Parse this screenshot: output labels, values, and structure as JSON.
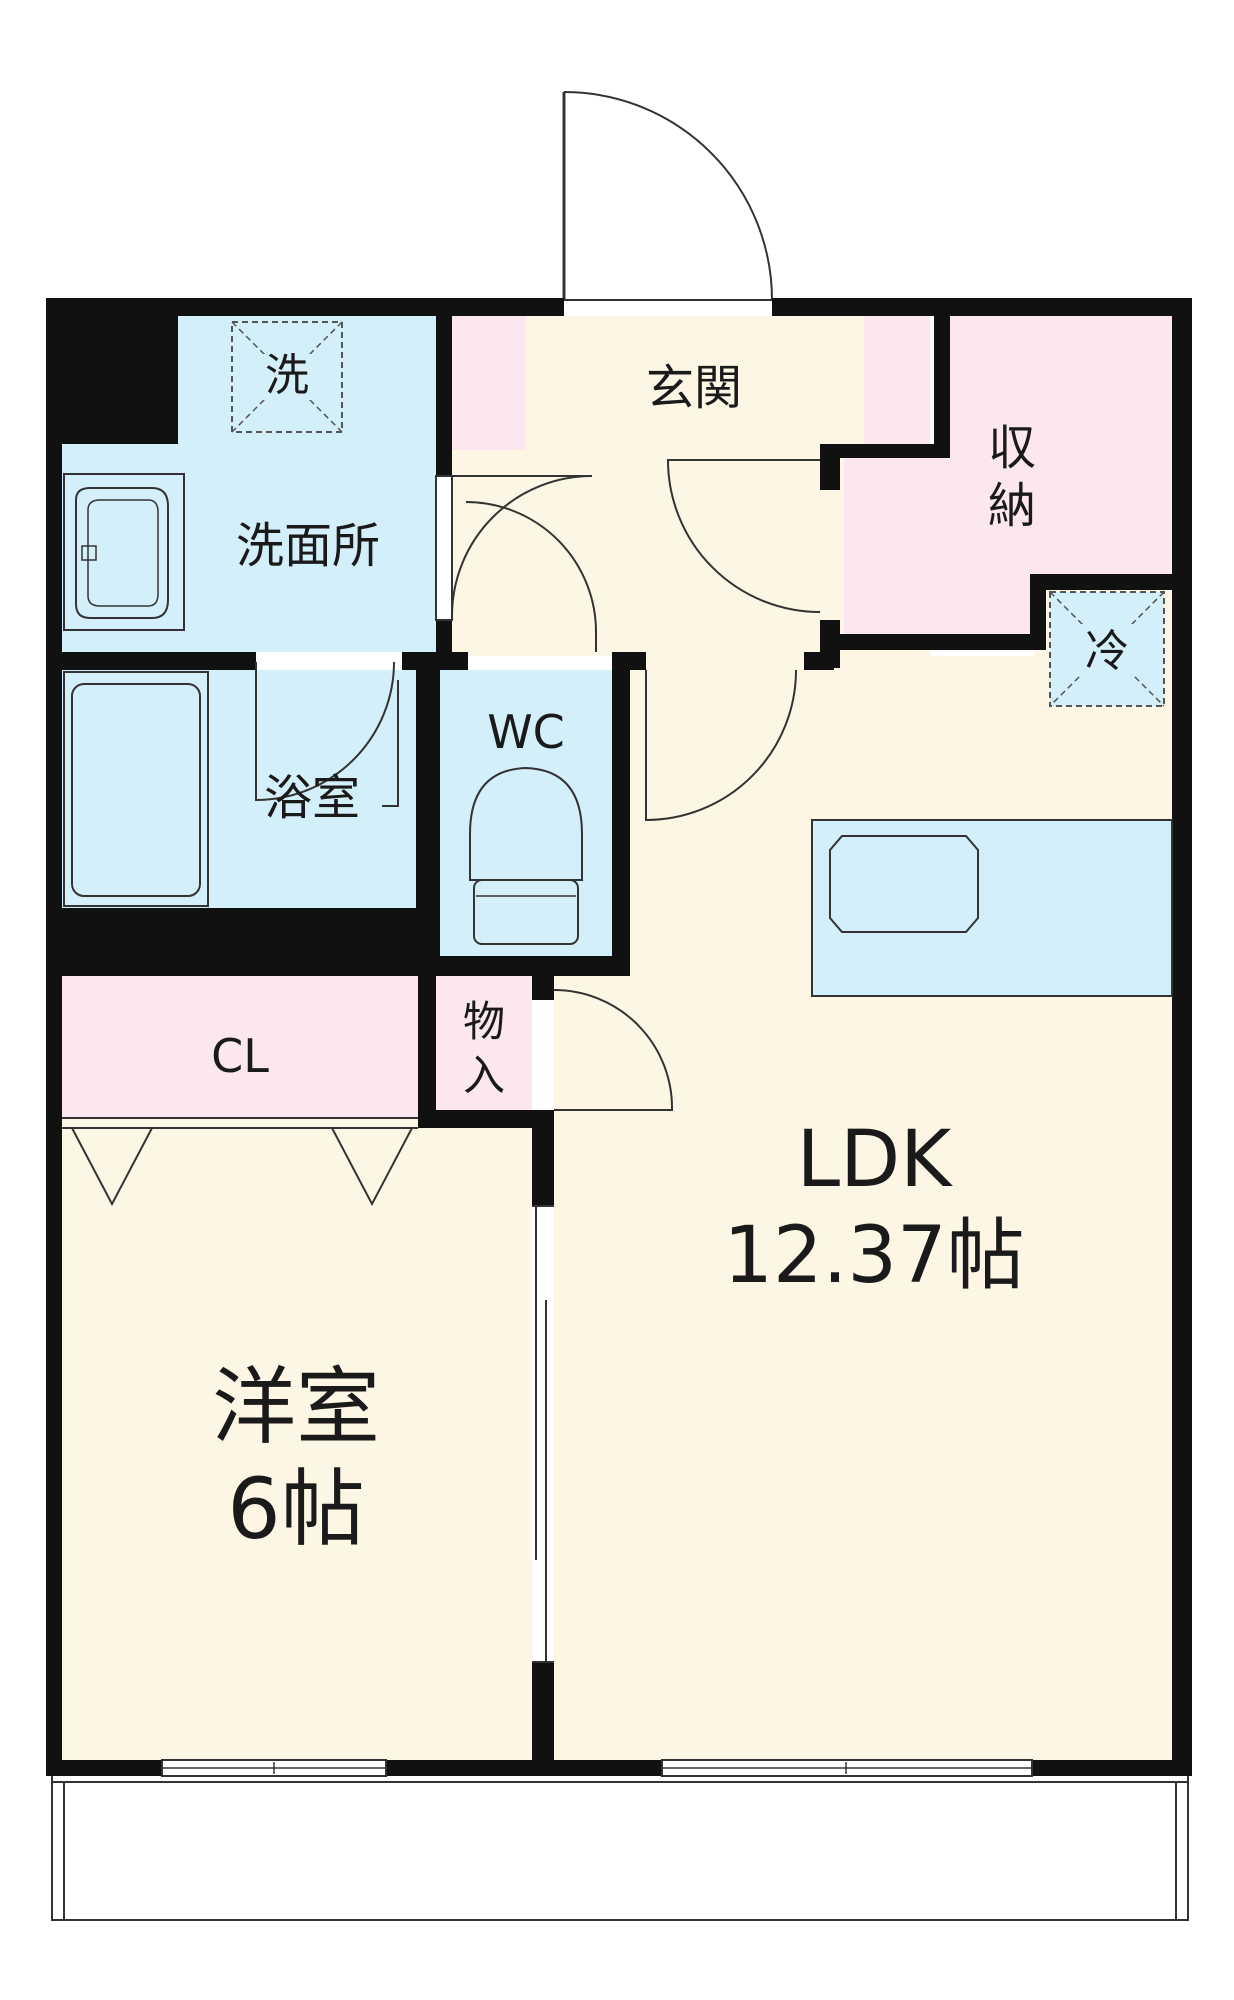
{
  "rooms": {
    "washer": "洗",
    "washroom": "洗面所",
    "entrance": "玄関",
    "storage": [
      "収",
      "納"
    ],
    "fridge": "冷",
    "bathroom": "浴室",
    "wc": "WC",
    "ldk_name": "LDK",
    "ldk_size": "12.37帖",
    "closet": "CL",
    "monoire": [
      "物",
      "入"
    ],
    "western_name": "洋室",
    "western_size": "6帖"
  },
  "colors": {
    "wall": "#111111",
    "blue": "#d3eff9",
    "pink": "#fce6ef",
    "cream": "#fdf6e4",
    "line": "#333333"
  }
}
